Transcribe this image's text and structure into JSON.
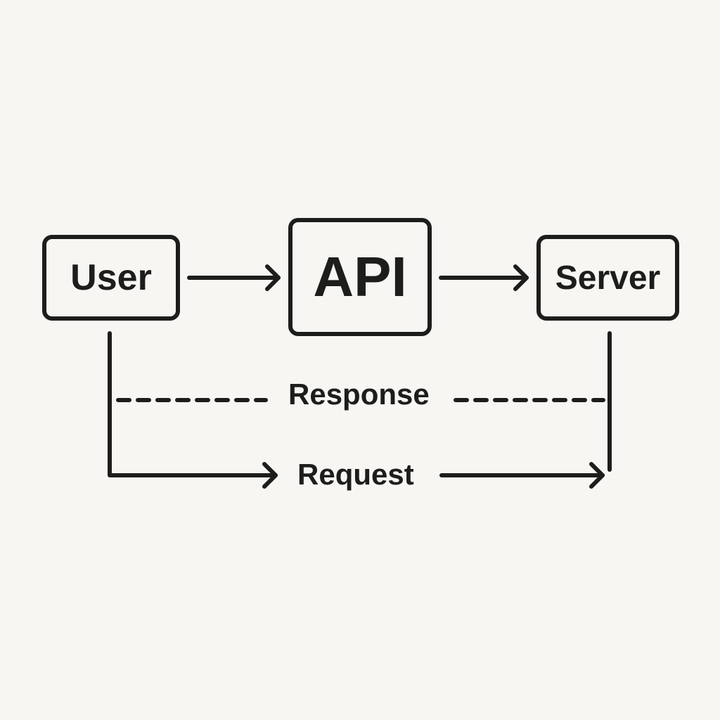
{
  "diagram": {
    "nodes": [
      {
        "id": "user",
        "label": "User"
      },
      {
        "id": "api",
        "label": "API"
      },
      {
        "id": "server",
        "label": "Server"
      }
    ],
    "edges": [
      {
        "from": "user",
        "to": "api",
        "style": "solid",
        "label": ""
      },
      {
        "from": "api",
        "to": "server",
        "style": "solid",
        "label": ""
      },
      {
        "from": "server",
        "to": "user",
        "style": "dashed",
        "label": "Response"
      },
      {
        "from": "user",
        "to": "server",
        "style": "solid",
        "label": "Request"
      }
    ],
    "colors": {
      "background": "#f7f6f2",
      "ink": "#1d1d1b"
    }
  }
}
